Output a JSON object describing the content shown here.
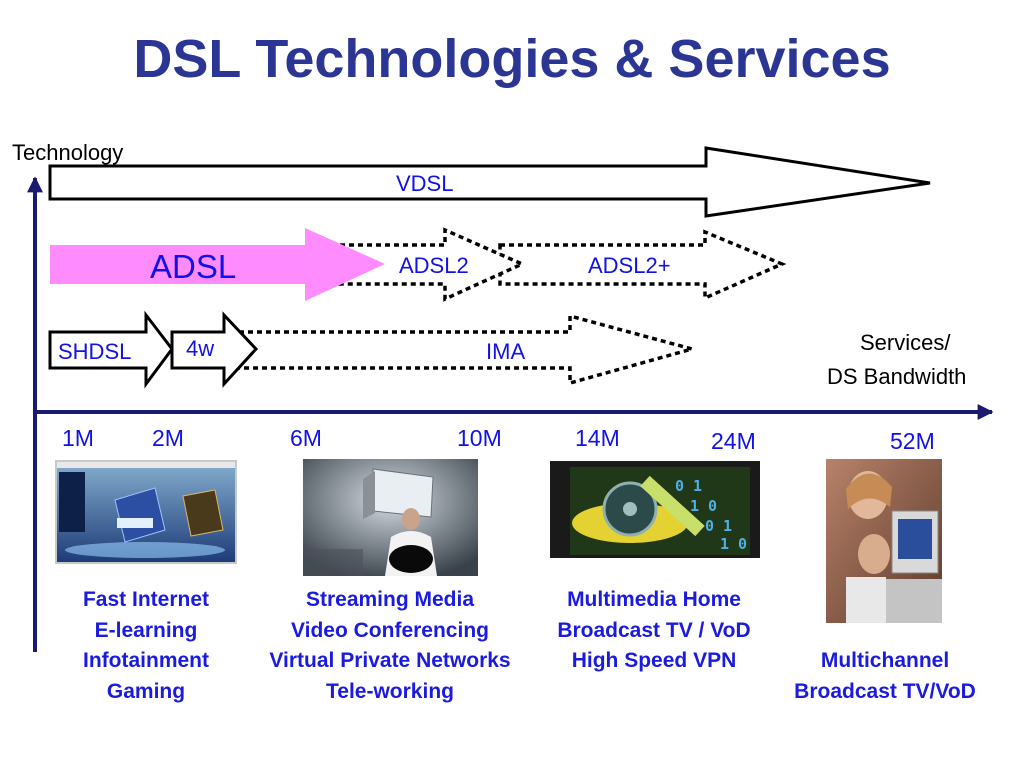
{
  "title": "DSL Technologies & Services",
  "axes": {
    "y_label": "Technology",
    "x_label_line1": "Services/",
    "x_label_line2": "DS Bandwidth"
  },
  "technologies": {
    "vdsl": "VDSL",
    "adsl": "ADSL",
    "adsl2": "ADSL2",
    "adsl2plus": "ADSL2+",
    "shdsl": "SHDSL",
    "four_wire": "4w",
    "ima": "IMA"
  },
  "bandwidth_ticks": [
    "1M",
    "2M",
    "6M",
    "10M",
    "14M",
    "24M",
    "52M"
  ],
  "service_groups": [
    {
      "lines": [
        "Fast Internet",
        "E-learning",
        "Infotainment",
        "Gaming"
      ]
    },
    {
      "lines": [
        "Streaming Media",
        "Video Conferencing",
        "Virtual Private Networks",
        "Tele-working"
      ]
    },
    {
      "lines": [
        "Multimedia Home",
        "Broadcast TV / VoD",
        "High Speed VPN"
      ]
    },
    {
      "lines": [
        "Multichannel",
        "Broadcast TV/VoD"
      ]
    }
  ],
  "colors": {
    "title": "#2b3594",
    "label_blue": "#1212e6",
    "adsl_fill": "#ff8cff"
  }
}
